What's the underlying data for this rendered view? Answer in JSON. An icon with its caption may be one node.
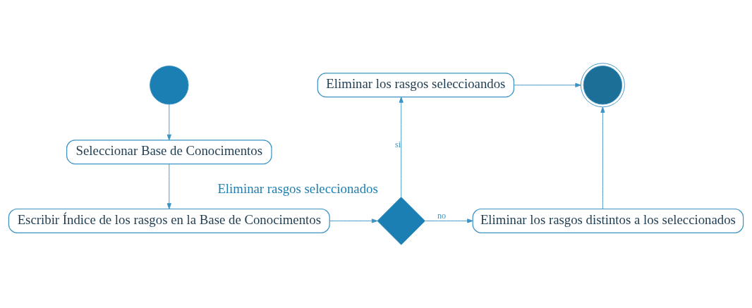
{
  "diagram": {
    "nodes": [
      {
        "text": [],
        "shape": "circle"
      },
      {
        "text": [
          "Seleccionar Base de Conocimentos"
        ]
      },
      {
        "text": [
          "Escribir Índice de los rasgos en la Base de Conocimentos"
        ]
      },
      {
        "text": [],
        "shape": "diamond",
        "beside": [
          "Eliminar rasgos seleccionados"
        ]
      },
      {
        "text": [
          "Eliminar los rasgos seleccioandos"
        ]
      },
      {
        "text": [
          "Eliminar los rasgos distintos a los seleccionados"
        ]
      },
      {
        "text": [],
        "shape": "circle"
      }
    ],
    "edges": [
      {
        "from": 0,
        "to": 1,
        "arrow": "to"
      },
      {
        "from": 1,
        "to": 2,
        "arrow": "to"
      },
      {
        "from": 2,
        "to": 3,
        "arrow": "to"
      },
      {
        "from": 3,
        "to": 4,
        "arrow": "to",
        "label": "si"
      },
      {
        "from": 3,
        "to": 5,
        "arrow": "to",
        "label": "no"
      },
      {
        "from": 4,
        "to": 6,
        "arrow": "to"
      },
      {
        "from": 5,
        "to": 6,
        "arrow": "to"
      }
    ]
  }
}
